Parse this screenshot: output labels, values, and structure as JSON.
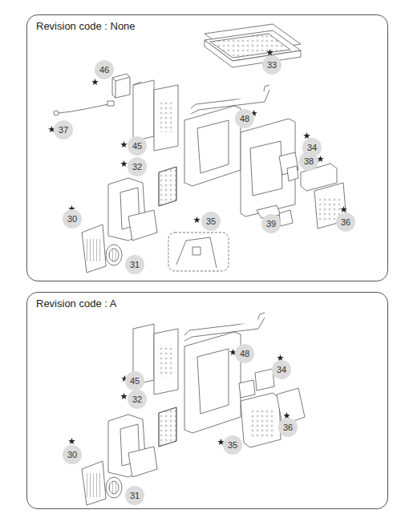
{
  "diagram": {
    "nodes": [
      {
        "text": [
          "Revision code : None"
        ]
      },
      {
        "text": [
          "46"
        ],
        "in": 0
      },
      {
        "text": [
          "33"
        ],
        "in": 0
      },
      {
        "text": [
          "37"
        ],
        "in": 0
      },
      {
        "text": [
          "48"
        ],
        "in": 0
      },
      {
        "text": [
          "45"
        ],
        "in": 0
      },
      {
        "text": [
          "34"
        ],
        "in": 0
      },
      {
        "text": [
          "38"
        ],
        "in": 0
      },
      {
        "text": [
          "32"
        ],
        "in": 0
      },
      {
        "text": [
          "30"
        ],
        "in": 0
      },
      {
        "text": [
          "35"
        ],
        "in": 0
      },
      {
        "text": [
          "39"
        ],
        "in": 0
      },
      {
        "text": [
          "36"
        ],
        "in": 0
      },
      {
        "text": [
          "31"
        ],
        "in": 0
      },
      {
        "text": [
          "Revision code : A"
        ]
      },
      {
        "text": [
          "48"
        ],
        "in": 14
      },
      {
        "text": [
          "34"
        ],
        "in": 14
      },
      {
        "text": [
          "45"
        ],
        "in": 14
      },
      {
        "text": [
          "32"
        ],
        "in": 14
      },
      {
        "text": [
          "36"
        ],
        "in": 14
      },
      {
        "text": [
          "30"
        ],
        "in": 14
      },
      {
        "text": [
          "35"
        ],
        "in": 14
      },
      {
        "text": [
          "31"
        ],
        "in": 14
      }
    ]
  }
}
